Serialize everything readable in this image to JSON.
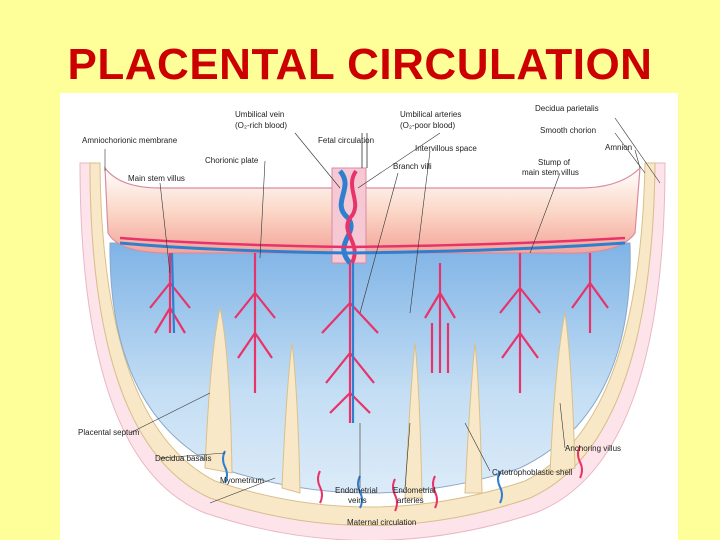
{
  "slide": {
    "title": "PLACENTAL CIRCULATION",
    "background_color": "#ffff99",
    "title_color": "#cc0000"
  },
  "figure": {
    "labels": {
      "umbilical_vein": "Umbilical vein",
      "umbilical_vein_sub": "(O₂-rich blood)",
      "umbilical_arteries": "Umbilical arteries",
      "umbilical_arteries_sub": "(O₂-poor blood)",
      "decidua_parietalis": "Decidua parietalis",
      "smooth_chorion": "Smooth chorion",
      "amnion": "Amnion",
      "amniochorionic_membrane": "Amniochorionic membrane",
      "fetal_circulation": "Fetal circulation",
      "chorionic_plate": "Chorionic plate",
      "intervillous_space": "Intervillous space",
      "main_stem_villus": "Main stem villus",
      "branch_villi": "Branch villi",
      "stump_main_stem_villus_1": "Stump of",
      "stump_main_stem_villus_2": "main stem villus",
      "placental_septum": "Placental septum",
      "decidua_basalis": "Decidua basalis",
      "myometrium": "Myometrium",
      "endometrial_veins_1": "Endometrial",
      "endometrial_veins_2": "veins",
      "endometrial_arteries_1": "Endometrial",
      "endometrial_arteries_2": "arteries",
      "maternal_circulation": "Maternal circulation",
      "anchoring_villus": "Anchoring villus",
      "cytotrophoblastic_shell": "Cytotrophoblastic shell"
    },
    "colors": {
      "oxygen_rich": "#e8336a",
      "oxygen_poor": "#2f7fd0",
      "chorion_fill": "#f6c2b0",
      "intervillous_fill": "#b9d9f2",
      "decidua_fill": "#f8e6c6",
      "myometrium_fill": "#fde8ee"
    }
  }
}
